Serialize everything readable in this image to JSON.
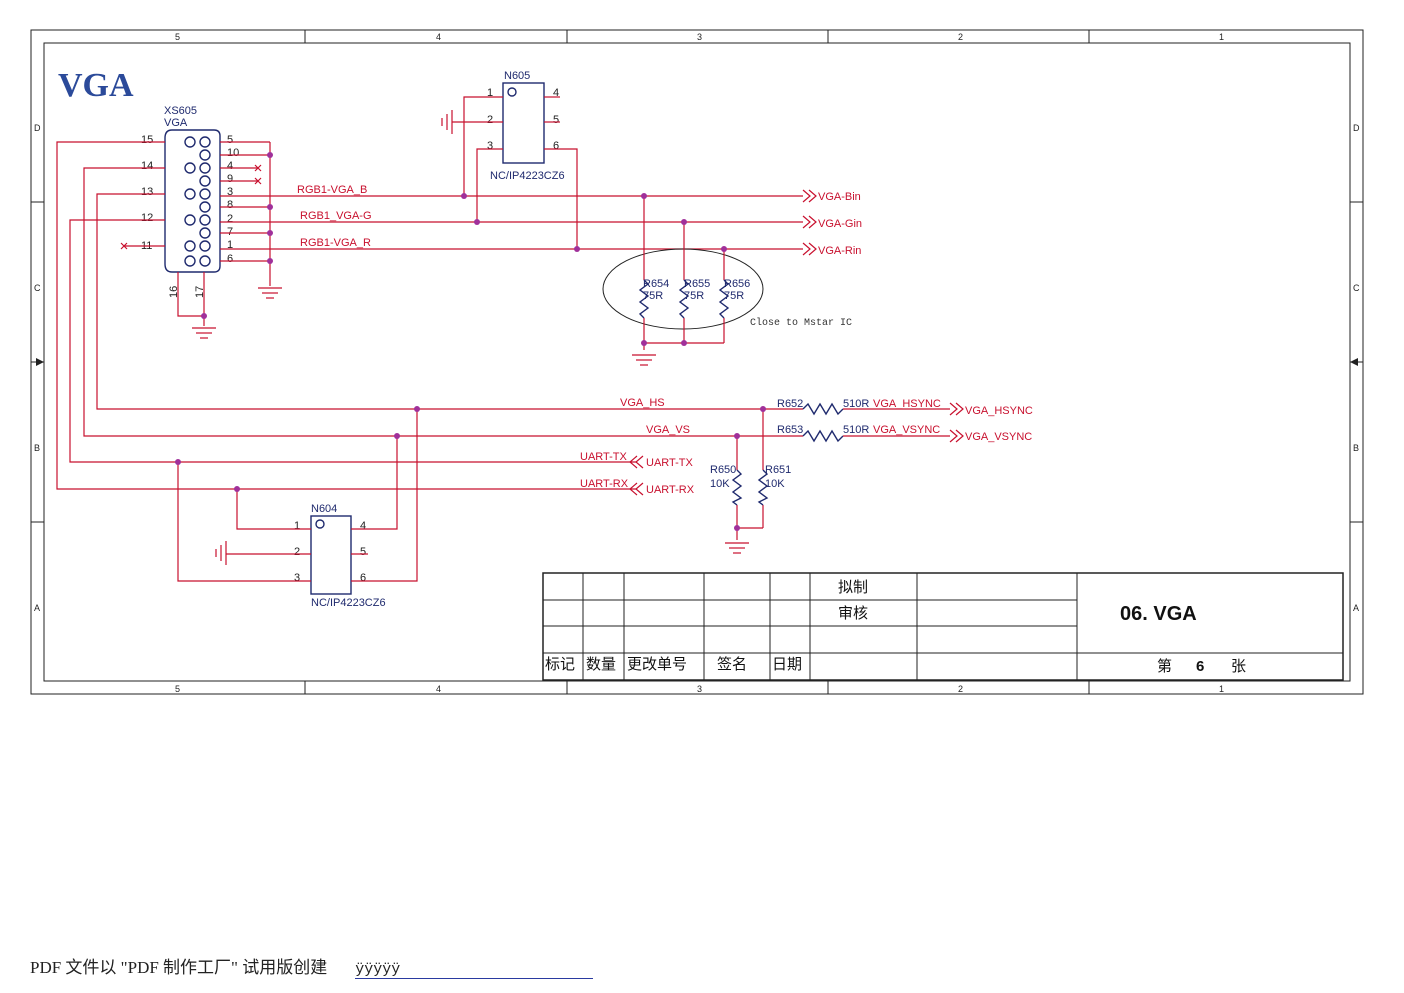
{
  "sheet": {
    "title": "VGA",
    "zones_top": [
      "5",
      "4",
      "3",
      "2",
      "1"
    ],
    "zones_side": [
      "D",
      "C",
      "B",
      "A"
    ]
  },
  "connector": {
    "ref": "XS605",
    "value": "VGA",
    "pins_left": [
      "15",
      "14",
      "13",
      "12",
      "11"
    ],
    "pins_right": [
      "5",
      "10",
      "4",
      "9",
      "3",
      "8",
      "2",
      "7",
      "1",
      "6"
    ],
    "pins_bottom": [
      "16",
      "17"
    ]
  },
  "n605": {
    "ref": "N605",
    "part": "NC/IP4223CZ6",
    "pins_left": [
      "1",
      "2",
      "3"
    ],
    "pins_right": [
      "4",
      "5",
      "6"
    ]
  },
  "n604": {
    "ref": "N604",
    "part": "NC/IP4223CZ6",
    "pins_left": [
      "1",
      "2",
      "3"
    ],
    "pins_right": [
      "4",
      "5",
      "6"
    ]
  },
  "nets": {
    "rgb_b": "RGB1-VGA_B",
    "rgb_g": "RGB1_VGA-G",
    "rgb_r": "RGB1-VGA_R",
    "vga_hs": "VGA_HS",
    "vga_vs": "VGA_VS",
    "uart_tx": "UART-TX",
    "uart_rx": "UART-RX",
    "vga_hsync": "VGA_HSYNC",
    "vga_vsync": "VGA_VSYNC"
  },
  "ports": {
    "bin": "VGA-Bin",
    "gin": "VGA-Gin",
    "rin": "VGA-Rin",
    "hsync": "VGA_HSYNC",
    "vsync": "VGA_VSYNC",
    "uart_tx": "UART-TX",
    "uart_rx": "UART-RX"
  },
  "resistors": {
    "r654": {
      "ref": "R654",
      "value": "75R"
    },
    "r655": {
      "ref": "R655",
      "value": "75R"
    },
    "r656": {
      "ref": "R656",
      "value": "75R"
    },
    "r652": {
      "ref": "R652",
      "value": "510R"
    },
    "r653": {
      "ref": "R653",
      "value": "510R"
    },
    "r650": {
      "ref": "R650",
      "value": "10K"
    },
    "r651": {
      "ref": "R651",
      "value": "10K"
    }
  },
  "note": "Close to Mstar IC",
  "title_block": {
    "draft": "拟制",
    "review": "审核",
    "mark": "标记",
    "qty": "数量",
    "change_no": "更改单号",
    "sign": "签名",
    "date": "日期",
    "drawing_title": "06. VGA",
    "sheet_prefix": "第",
    "sheet_no": "6",
    "sheet_suffix": "张"
  },
  "footer": {
    "text": "PDF 文件以 \"PDF 制作工厂\" 试用版创建",
    "link": "ÿÿÿÿÿ"
  }
}
